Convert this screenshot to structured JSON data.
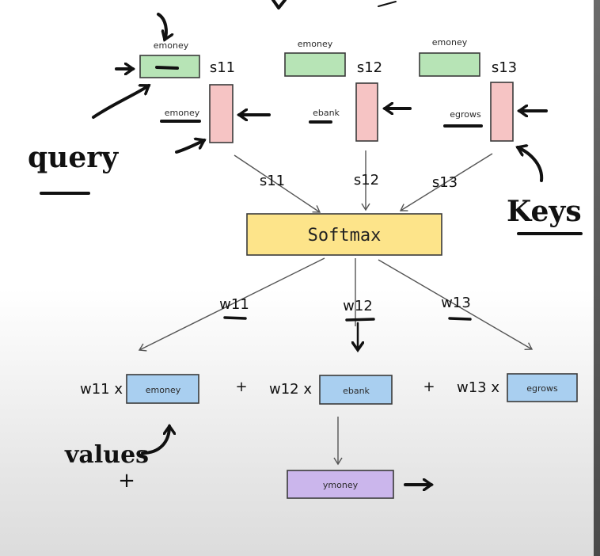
{
  "query": {
    "labels": [
      "emoney",
      "emoney",
      "emoney"
    ],
    "scores": [
      "s11",
      "s12",
      "s13"
    ]
  },
  "keys": {
    "labels": [
      "emoney",
      "ebank",
      "egrows"
    ]
  },
  "arrow_scores": [
    "s11",
    "s12",
    "s13"
  ],
  "softmax_label": "Softmax",
  "weights": [
    "w11",
    "w12",
    "w13"
  ],
  "values": {
    "terms": [
      {
        "coef": "w11 x",
        "label": "emoney"
      },
      {
        "coef": "w12 x",
        "label": "ebank"
      },
      {
        "coef": "w13 x",
        "label": "egrows"
      }
    ],
    "plus": "+"
  },
  "output_label": "ymoney",
  "annotations": {
    "query": "query",
    "keys": "Keys",
    "values": "values",
    "plus": "+"
  },
  "colors": {
    "query_box": "#b7e4b6",
    "key_box": "#f6c4c4",
    "softmax_box": "#fde48a",
    "value_box": "#a9cff0",
    "output_box": "#cbb6ec"
  }
}
